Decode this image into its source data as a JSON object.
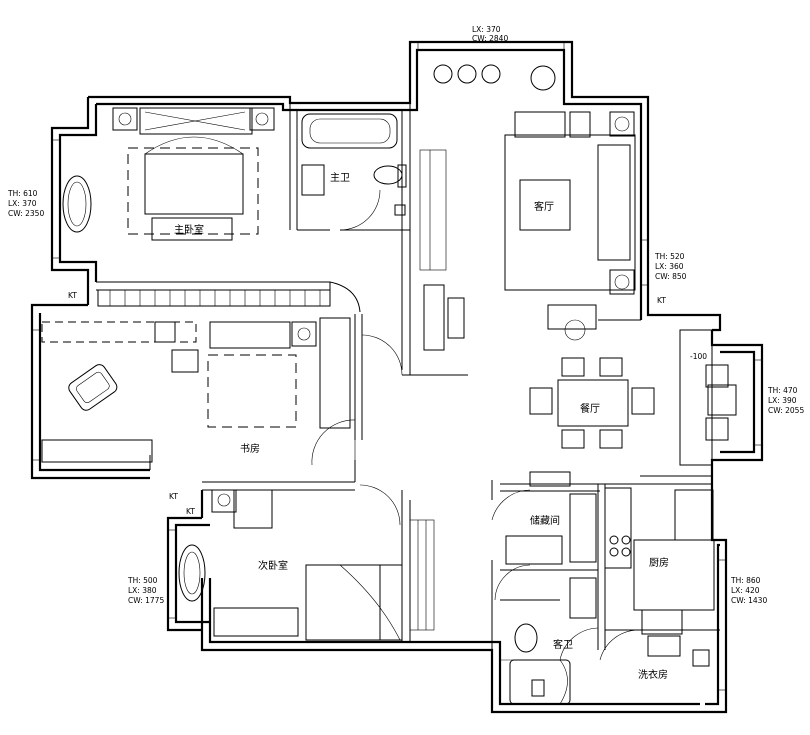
{
  "rooms": {
    "master_bedroom": "主卧室",
    "master_bath": "主卫",
    "living_room": "客厅",
    "dining_room": "餐厅",
    "study": "书房",
    "second_bedroom": "次卧室",
    "storage": "储藏间",
    "kitchen": "厨房",
    "guest_bath": "客卫",
    "laundry": "洗衣房"
  },
  "window_specs": {
    "top": [
      "LX: 370",
      "CW: 2840"
    ],
    "left_master": [
      "TH: 610",
      "LX: 370",
      "CW: 2350"
    ],
    "right_living": [
      "TH: 520",
      "LX: 360",
      "CW: 850"
    ],
    "right_dining": [
      "TH: 470",
      "LX: 390",
      "CW: 2055"
    ],
    "left_second": [
      "TH: 500",
      "LX: 380",
      "CW: 1775"
    ],
    "right_kitchen": [
      "TH: 860",
      "LX: 420",
      "CW: 1430"
    ]
  },
  "markers": {
    "kt": "KT",
    "level": "-100"
  }
}
